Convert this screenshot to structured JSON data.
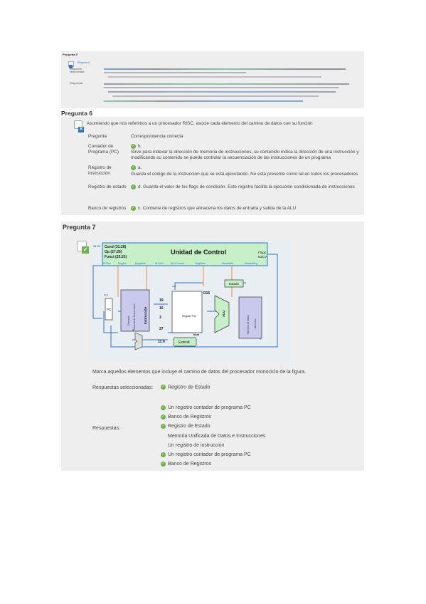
{
  "p5": {
    "title": "Pregunta 5",
    "heading": "Pregunta 6",
    "respuesta_label": "Respuesta",
    "seleccionada_label": "seleccionada",
    "respuestas_label": "Respuestas"
  },
  "p6": {
    "title": "Pregunta 6",
    "intro": "Asumiendo que nos referimos a un procesador RISC, asocie cada elemento del camino de datos con su función",
    "col_pregunta": "Pregunta",
    "col_correspondencia": "Correspondencia correcta",
    "rows": [
      {
        "label": "Contador de Programa (PC)",
        "letter": "b.",
        "text": "Sirve para indexar la dirección de memoria de instrucciones, su contenido indica la dirección de una instrucción y",
        "text2": "modificando su contenido se puede controlar la secuenciación de las instrucciones de un programa"
      },
      {
        "label": "Registro de Instrucción",
        "letter": "a.",
        "text": "Guarda el código de la instrucción que se está ejecutando. No está presente como tal en todos los procesadores"
      },
      {
        "label": "Registro de estado",
        "letter": "d.",
        "text": "Guarda el valor de los flags de condición. Este registro facilita la ejecución condicionada de instrucciones"
      },
      {
        "label": "Banco de registros",
        "letter": "c.",
        "text": "Contiene de registros que almacena los datos de entrada y salida de la ALU"
      }
    ]
  },
  "p7": {
    "title": "Pregunta 7",
    "question": "Marca aquellos elementos que incluye el camino de datos del procesador monociclo de la figura.",
    "selected_label": "Respuestas seleccionadas:",
    "selected_answer": "Registro de Estado",
    "answers_label": "Respuestas:",
    "answers": [
      {
        "text": "Un registro contador de programa PC",
        "correct": true
      },
      {
        "text": "Banco de Registros",
        "correct": true
      },
      {
        "text": "Registro de Estado",
        "correct": true
      },
      {
        "text": "Memoria Unificada de Datos e Instrucciones",
        "correct": false
      },
      {
        "text": "Un registro de instrucción",
        "correct": false
      },
      {
        "text": "Un registro contador de programa PC",
        "correct": true
      },
      {
        "text": "Banco de Registros",
        "correct": true
      }
    ],
    "diagram": {
      "control_title": "Unidad de Control",
      "cond": "Cond (31:28)",
      "op": "Op (27:26)",
      "funct": "Funct (25:20)",
      "flags": "Flags",
      "nzcv": "NZCV",
      "bits_3120": "31:20",
      "signals": [
        "PCSrc",
        "RegSrc",
        "RegWrite",
        "ALUSrc",
        "ALUControl",
        "FlagWrite",
        "MemWrite",
        "MemtoReg"
      ],
      "pc": "PC",
      "imem": "Memoria de Instrucciones",
      "imem_dir": "Dirección",
      "instr": "Instrucción",
      "regfile": "Register File",
      "estado": "Estado",
      "alu": "ALU",
      "dmem": "Memoria de Datos",
      "dmem_dir": "Dirección",
      "extend": "Extend",
      "imm": "Imm",
      "r15": "R15",
      "num19": "19",
      "num15": "15",
      "num3": "3",
      "num27": "27",
      "bits110": "11:0",
      "clk": "CLK",
      "four": "4"
    }
  }
}
